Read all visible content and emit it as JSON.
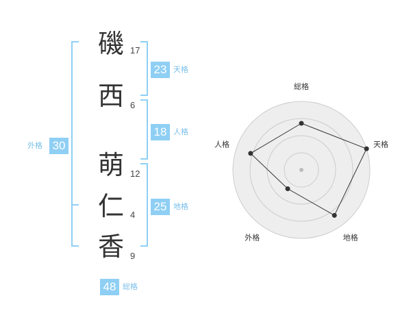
{
  "name": {
    "chars": [
      {
        "char": "磯",
        "strokes": "17"
      },
      {
        "char": "西",
        "strokes": "6"
      },
      {
        "char": "萌",
        "strokes": "12"
      },
      {
        "char": "仁",
        "strokes": "4"
      },
      {
        "char": "香",
        "strokes": "9"
      }
    ]
  },
  "kaku": {
    "tenkaku": {
      "value": "23",
      "label": "天格"
    },
    "jinkaku": {
      "value": "18",
      "label": "人格"
    },
    "chikaku": {
      "value": "25",
      "label": "地格"
    },
    "gaikaku": {
      "value": "30",
      "label": "外格"
    },
    "soukaku": {
      "value": "48",
      "label": "総格"
    }
  },
  "colors": {
    "accent": "#8fcff4",
    "accent_text": "#79bfe9",
    "radar_fill": "#eeeeee",
    "radar_ring": "#cccccc",
    "radar_line": "#333333"
  },
  "chart_data": {
    "type": "radar",
    "axes": [
      "総格",
      "天格",
      "地格",
      "外格",
      "人格"
    ],
    "values": [
      3.4,
      5.0,
      4.1,
      1.7,
      3.9
    ],
    "rmax": 5,
    "rings": 4
  }
}
